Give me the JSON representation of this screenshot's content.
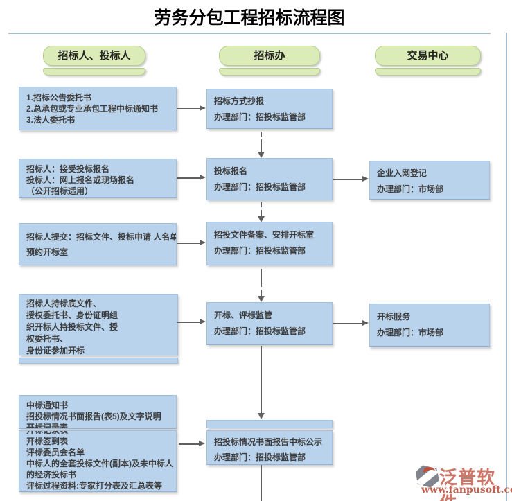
{
  "title": "劳务分包工程招标流程图",
  "lanes": {
    "bidders": "招标人、投标人",
    "office": "招标办",
    "center": "交易中心"
  },
  "boxes": {
    "l1": [
      "1.招标公告委托书",
      "2.总承包或专业承包工程中标通知书",
      "3.法人委托书"
    ],
    "m1": [
      "招标方式抄报",
      "办理部门：招投标监管部"
    ],
    "l2": [
      "招标人：接受投标报名",
      "投标人：网上报名或现场报名",
      "（公开招标适用）"
    ],
    "m2": [
      "投标报名",
      "办理部门：招投标监管部"
    ],
    "r2": [
      "企业入网登记",
      "办理部门：市场部"
    ],
    "l3": [
      "招标人提交：招标文件、投标申请 人名单",
      "预约开标室"
    ],
    "m3": [
      "招投文件备案、安排开标室",
      "办理部门：招投标监管部"
    ],
    "l4": [
      "招标人持标底文件、",
      "授权委托书、身份证明组",
      "织开标人持投标文件、授",
      "权委托书、",
      "身份证参加开标"
    ],
    "m4": [
      "开标、评标监管",
      "办理部门：招投标监管部"
    ],
    "r4": [
      "开标服务",
      "办理部门：市场部"
    ],
    "l5a": [
      "中标通知书",
      "招投标情况书面报告(表5)及文字说明",
      "开标记录表"
    ],
    "l5b": [
      "开标记录表",
      "开标签到表",
      "评标委员会名单",
      "中标人的全套投标文件(副本)及未中标人",
      "的经济投标书",
      "评标过程资料:专家打分表及汇总表等"
    ],
    "m5": [
      "招投标情况书面报告中标公示",
      "办理部门：招投标监管部"
    ]
  },
  "logo": {
    "brand": "泛普软件",
    "website": "www.fanpusoft.com"
  },
  "colors": {
    "box_fill": "#b9d3ec",
    "box_border": "#a3c0de",
    "pill_fill": "#dcecb8",
    "pill_border": "#b6cf8e",
    "accent_line": "#a4bed2",
    "arrow": "#5f5f5f",
    "logo_text": "#cd7668",
    "logo_url": "#c2604e"
  }
}
